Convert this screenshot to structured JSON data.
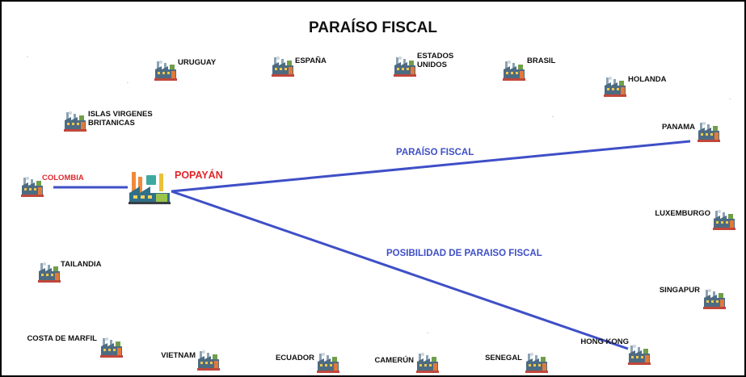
{
  "title": "PARAÍSO FISCAL",
  "origin": {
    "label": "COLOMBIA",
    "color": "#e0262b"
  },
  "hub": {
    "label": "POPAYÁN",
    "color": "#e0262b"
  },
  "countries": [
    "URUGUAY",
    "ESPAÑA",
    "ESTADOS\nUNIDOS",
    "BRASIL",
    "HOLANDA",
    "ISLAS VIRGENES\nBRITANICAS",
    "PANAMA",
    "LUXEMBURGO",
    "TAILANDIA",
    "SINGAPUR",
    "COSTA DE MARFIL",
    "HONG KONG",
    "VIETNAM",
    "ECUADOR",
    "CAMERÚN",
    "SENEGAL"
  ],
  "links": [
    {
      "from": "COLOMBIA",
      "to": "POPAYÁN",
      "label": ""
    },
    {
      "from": "POPAYÁN",
      "to": "PANAMA",
      "label": "PARAÍSO FISCAL"
    },
    {
      "from": "POPAYÁN",
      "to": "HONG KONG",
      "label": "POSIBILIDAD DE PARAISO FISCAL"
    }
  ],
  "colors": {
    "link": "#3f4fc7",
    "highlight": "#e0262b",
    "text": "#111111"
  },
  "icon_names": {
    "country": "factory-icon",
    "hub": "industrial-plant-icon"
  }
}
